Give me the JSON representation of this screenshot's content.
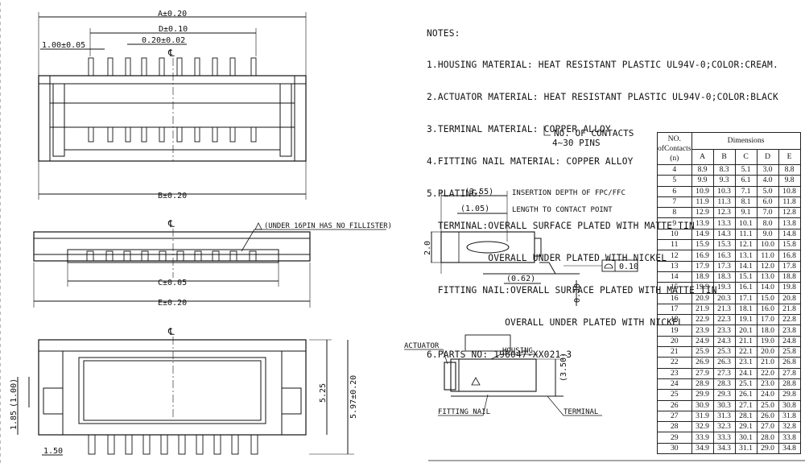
{
  "top_view": {
    "dim_a": "A±0.20",
    "dim_d": "D±0.10",
    "pitch": "0.20±0.02",
    "pin_offset": "1.00±0.05",
    "center": "℄",
    "dim_b": "B±0.20"
  },
  "side_view": {
    "center": "℄",
    "callout": "(UNDER 16PIN HAS NO FILLISTER)",
    "dim_c": "C±0.05",
    "dim_e": "E±0.20"
  },
  "bottom_view": {
    "center": "℄",
    "dim_1_00": "(1.00)",
    "dim_1_85": "1.85",
    "dim_1_50": "1.50",
    "dim_5_25": "5.25",
    "dim_5_97": "5.97±0.20"
  },
  "notes": [
    "NOTES:",
    "1.HOUSING MATERIAL: HEAT RESISTANT PLASTIC UL94V-0;COLOR:CREAM.",
    "2.ACTUATOR MATERIAL: HEAT RESISTANT PLASTIC UL94V-0;COLOR:BLACK",
    "3.TERMINAL MATERIAL: COPPER ALLOY",
    "4.FITTING NAIL MATERIAL: COPPER ALLOY",
    "5.PLATING:",
    "  TERMINAL:OVERALL SURFACE PLATED WITH MATTE TIN",
    "           OVERALL UNDER PLATED WITH NICKEL",
    "  FITTING NAIL:OVERALL SURFACE PLATED WITH MATTE TIN",
    "              OVERALL UNDER PLATED WITH NICKEL",
    "6.PARTS NO: 196047-XX021-3"
  ],
  "contacts_note": {
    "line1": "NO. OF CONTACTS",
    "line2": "4~30 PINS"
  },
  "section_view": {
    "dim_3_55": "(3.55)",
    "insertion": "INSERTION DEPTH OF FPC/FFC",
    "dim_1_05": "(1.05)",
    "contact_len": "LENGTH TO CONTACT POINT",
    "dim_2_0": "2.0",
    "flatness": "0.10",
    "dim_0_62": "(0.62)",
    "dim_0_30": "0.30"
  },
  "assembly_view": {
    "actuator": "ACTUATOR",
    "housing": "HOUSING",
    "dim_3_50": "(3.50)",
    "fitting_nail": "FITTING NAIL",
    "terminal": "TERMINAL"
  },
  "dimension_table": {
    "header_no": [
      "NO.",
      "ofContacts",
      "(n)"
    ],
    "header_dims": "Dimensions",
    "columns": [
      "A",
      "B",
      "C",
      "D",
      "E"
    ],
    "rows": [
      [
        "4",
        "8.9",
        "8.3",
        "5.1",
        "3.0",
        "8.8"
      ],
      [
        "5",
        "9.9",
        "9.3",
        "6.1",
        "4.0",
        "9.8"
      ],
      [
        "6",
        "10.9",
        "10.3",
        "7.1",
        "5.0",
        "10.8"
      ],
      [
        "7",
        "11.9",
        "11.3",
        "8.1",
        "6.0",
        "11.8"
      ],
      [
        "8",
        "12.9",
        "12.3",
        "9.1",
        "7.0",
        "12.8"
      ],
      [
        "9",
        "13.9",
        "13.3",
        "10.1",
        "8.0",
        "13.8"
      ],
      [
        "10",
        "14.9",
        "14.3",
        "11.1",
        "9.0",
        "14.8"
      ],
      [
        "11",
        "15.9",
        "15.3",
        "12.1",
        "10.0",
        "15.8"
      ],
      [
        "12",
        "16.9",
        "16.3",
        "13.1",
        "11.0",
        "16.8"
      ],
      [
        "13",
        "17.9",
        "17.3",
        "14.1",
        "12.0",
        "17.8"
      ],
      [
        "14",
        "18.9",
        "18.3",
        "15.1",
        "13.0",
        "18.8"
      ],
      [
        "15",
        "19.9",
        "19.3",
        "16.1",
        "14.0",
        "19.8"
      ],
      [
        "16",
        "20.9",
        "20.3",
        "17.1",
        "15.0",
        "20.8"
      ],
      [
        "17",
        "21.9",
        "21.3",
        "18.1",
        "16.0",
        "21.8"
      ],
      [
        "18",
        "22.9",
        "22.3",
        "19.1",
        "17.0",
        "22.8"
      ],
      [
        "19",
        "23.9",
        "23.3",
        "20.1",
        "18.0",
        "23.8"
      ],
      [
        "20",
        "24.9",
        "24.3",
        "21.1",
        "19.0",
        "24.8"
      ],
      [
        "21",
        "25.9",
        "25.3",
        "22.1",
        "20.0",
        "25.8"
      ],
      [
        "22",
        "26.9",
        "26.3",
        "23.1",
        "21.0",
        "26.8"
      ],
      [
        "23",
        "27.9",
        "27.3",
        "24.1",
        "22.0",
        "27.8"
      ],
      [
        "24",
        "28.9",
        "28.3",
        "25.1",
        "23.0",
        "28.8"
      ],
      [
        "25",
        "29.9",
        "29.3",
        "26.1",
        "24.0",
        "29.8"
      ],
      [
        "26",
        "30.9",
        "30.3",
        "27.1",
        "25.0",
        "30.8"
      ],
      [
        "27",
        "31.9",
        "31.3",
        "28.1",
        "26.0",
        "31.8"
      ],
      [
        "28",
        "32.9",
        "32.3",
        "29.1",
        "27.0",
        "32.8"
      ],
      [
        "29",
        "33.9",
        "33.3",
        "30.1",
        "28.0",
        "33.8"
      ],
      [
        "30",
        "34.9",
        "34.3",
        "31.1",
        "29.0",
        "34.8"
      ]
    ]
  }
}
